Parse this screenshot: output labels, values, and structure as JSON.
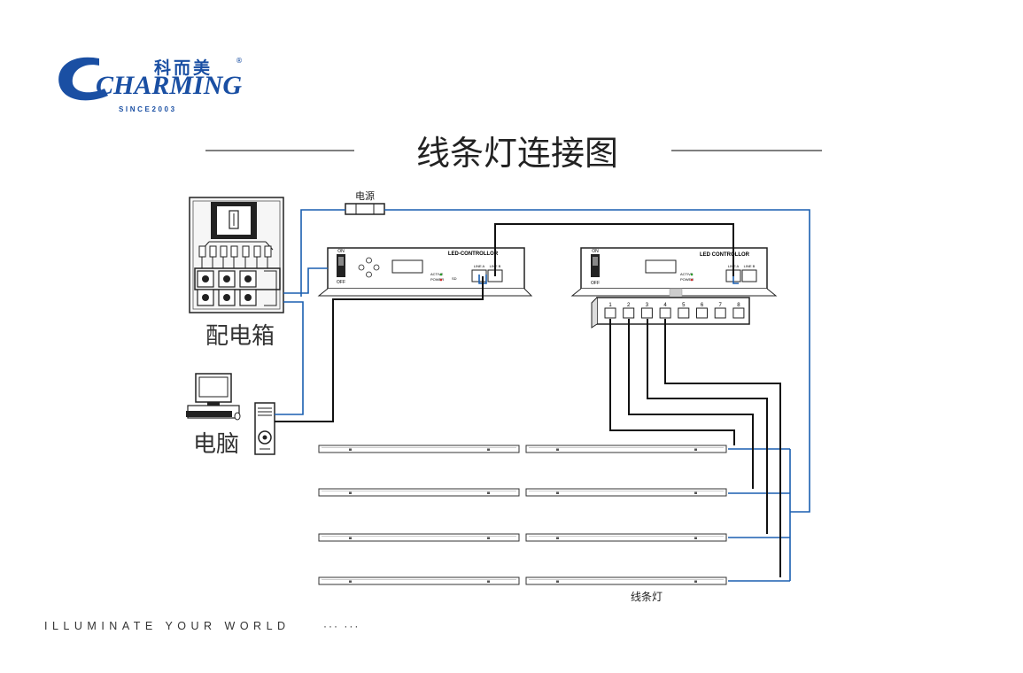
{
  "logo": {
    "chinese": "科而美",
    "english": "CHARMING",
    "registered": "®",
    "since": "SINCE2003",
    "color": "#1a4fa3"
  },
  "title": "线条灯连接图",
  "labels": {
    "power_supply": "电源",
    "distribution_box": "配电箱",
    "computer": "电脑",
    "line_lights": "线条灯"
  },
  "controller_left": {
    "name": "LED-CONTROLLOR",
    "switch_on": "ON",
    "switch_off": "OFF",
    "port_a": "LINE A",
    "port_b": "LINE B",
    "active": "ACTIVE",
    "power": "POWER",
    "sd": "SD"
  },
  "controller_right": {
    "name": "LED CONTROLLOR",
    "switch_on": "ON",
    "switch_off": "OFF",
    "port_a": "LINE A",
    "port_b": "LINE B",
    "active": "ACTIVE",
    "power": "POWER"
  },
  "splitter_ports": [
    "1",
    "2",
    "3",
    "4",
    "5",
    "6",
    "7",
    "8"
  ],
  "footer": {
    "slogan": "ILLUMINATE YOUR WORLD",
    "dots": "··· ···"
  },
  "colors": {
    "blue_wire": "#1a5fb0",
    "black_wire": "#111111",
    "brand_blue": "#1a4fa3"
  }
}
